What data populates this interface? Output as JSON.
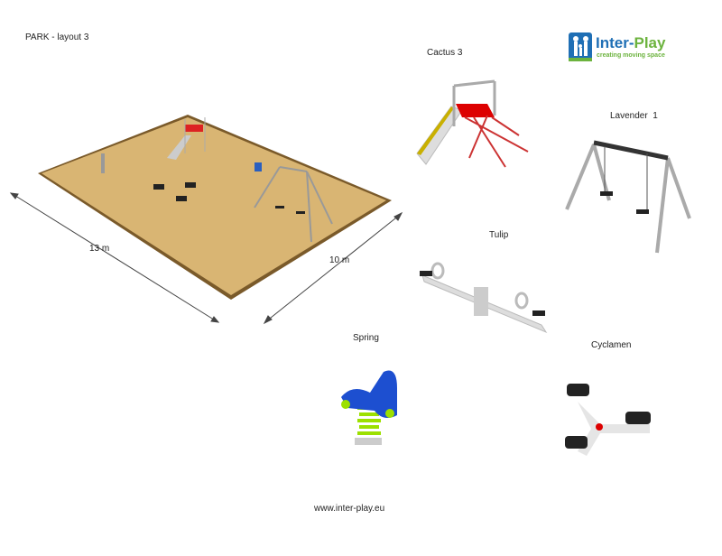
{
  "title": "PARK - layout 3",
  "logo": {
    "brand_a": "Inter-",
    "brand_b": "Play",
    "tagline": "creating moving space"
  },
  "dimensions": {
    "length": "13 m",
    "width": "10 m"
  },
  "products": [
    {
      "name": "Cactus 3"
    },
    {
      "name": "Lavender  1"
    },
    {
      "name": "Tulip"
    },
    {
      "name": "Spring"
    },
    {
      "name": "Cyclamen"
    }
  ],
  "footer": "www.inter-play.eu",
  "colors": {
    "sand": "#d9b573",
    "brand_blue": "#1f6fb5",
    "brand_green": "#6cb33e"
  }
}
